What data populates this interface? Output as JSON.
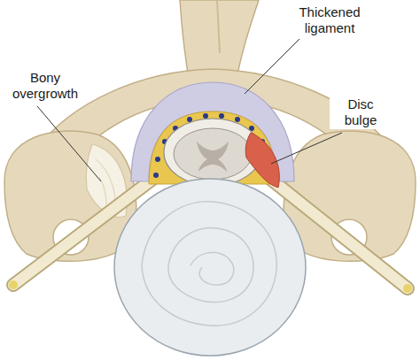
{
  "diagram": {
    "labels": [
      "Thickened ligament",
      "Bony overgrowth",
      "Disc bulge"
    ]
  }
}
